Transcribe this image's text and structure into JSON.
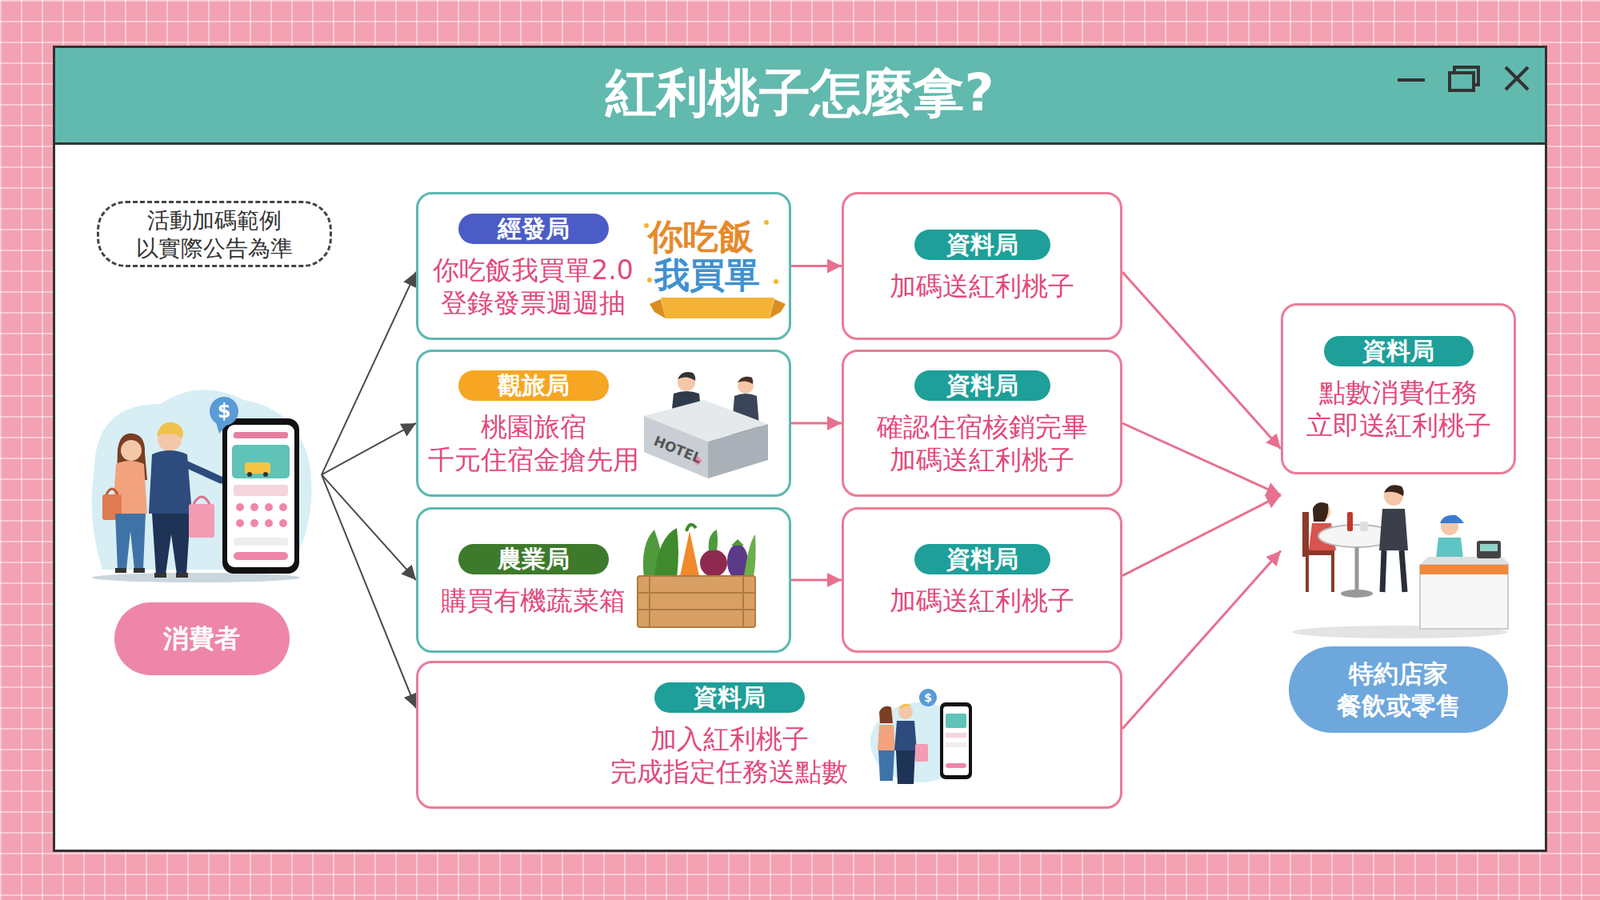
{
  "diagram": {
    "title": "紅利桃子怎麼拿?",
    "nodes": [
      {
        "text": [
          "活動加碼範例 以實際公告為準"
        ]
      },
      {
        "text": [
          "消費者"
        ]
      },
      {
        "text": [
          "經發局",
          "你吃飯我買單2.0 登錄發票週週抽"
        ]
      },
      {
        "text": [
          "資料局",
          "加碼送紅利桃子"
        ]
      },
      {
        "text": [
          "觀旅局",
          "桃園旅宿 千元住宿金搶先用"
        ]
      },
      {
        "text": [
          "資料局",
          "確認住宿核銷完畢 加碼送紅利桃子"
        ]
      },
      {
        "text": [
          "農業局",
          "購買有機蔬菜箱"
        ]
      },
      {
        "text": [
          "資料局",
          "加碼送紅利桃子"
        ]
      },
      {
        "text": [
          "資料局",
          "加入紅利桃子 完成指定任務送點數"
        ]
      },
      {
        "text": [
          "資料局",
          "點數消費任務 立即送紅利桃子"
        ]
      },
      {
        "text": [
          "特約店家 餐飲或零售"
        ]
      }
    ],
    "edges": [
      {
        "from": 1,
        "to": 2,
        "arrow": "to"
      },
      {
        "from": 1,
        "to": 4,
        "arrow": "to"
      },
      {
        "from": 1,
        "to": 6,
        "arrow": "to"
      },
      {
        "from": 1,
        "to": 8,
        "arrow": "to"
      },
      {
        "from": 2,
        "to": 3,
        "arrow": "to"
      },
      {
        "from": 4,
        "to": 5,
        "arrow": "to"
      },
      {
        "from": 6,
        "to": 7,
        "arrow": "to"
      },
      {
        "from": 3,
        "to": 9,
        "arrow": "to"
      },
      {
        "from": 5,
        "to": 10,
        "arrow": "to"
      },
      {
        "from": 7,
        "to": 10,
        "arrow": "to"
      },
      {
        "from": 8,
        "to": 10,
        "arrow": "to"
      }
    ],
    "labels": [
      "你吃飯",
      "我買單",
      "HOTEL",
      "$",
      "$"
    ]
  }
}
